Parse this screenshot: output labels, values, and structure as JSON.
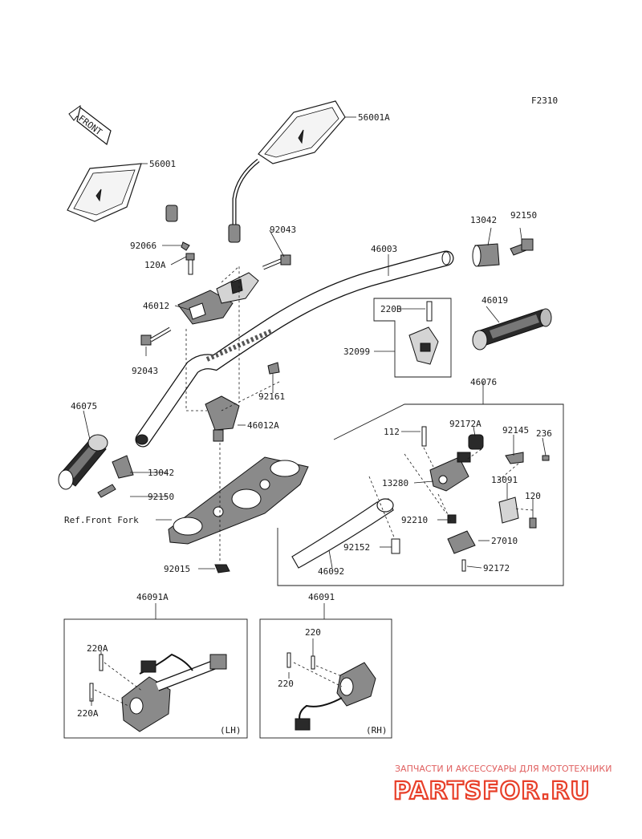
{
  "figure_code": "F2310",
  "front_arrow_label": "FRONT",
  "ref_label": "Ref.Front Fork",
  "side_labels": {
    "lh": "(LH)",
    "rh": "(RH)"
  },
  "watermark": {
    "subtitle": "ЗАПЧАСТИ И АКСЕССУАРЫ ДЛЯ МОТОТЕХНИКИ",
    "brand": "PARTSFOR.RU"
  },
  "parts": {
    "p56001A": "56001A",
    "p56001": "56001",
    "p92043_top": "92043",
    "p92066": "92066",
    "p120A": "120A",
    "p46003": "46003",
    "p13042_top": "13042",
    "p92150_top": "92150",
    "p46012": "46012",
    "p46019": "46019",
    "p220B": "220B",
    "p32099": "32099",
    "p92043_bot": "92043",
    "p92161": "92161",
    "p46076": "46076",
    "p46075": "46075",
    "p46012A": "46012A",
    "p112": "112",
    "p92172A": "92172A",
    "p92145": "92145",
    "p236": "236",
    "p13042_bot": "13042",
    "p13280": "13280",
    "p13091": "13091",
    "p92150_bot": "92150",
    "p120": "120",
    "p92210": "92210",
    "p27010": "27010",
    "p92152": "92152",
    "p92015": "92015",
    "p46092": "46092",
    "p92172": "92172",
    "p46091A": "46091A",
    "p46091": "46091",
    "p220A_1": "220A",
    "p220A_2": "220A",
    "p220_1": "220",
    "p220_2": "220"
  }
}
